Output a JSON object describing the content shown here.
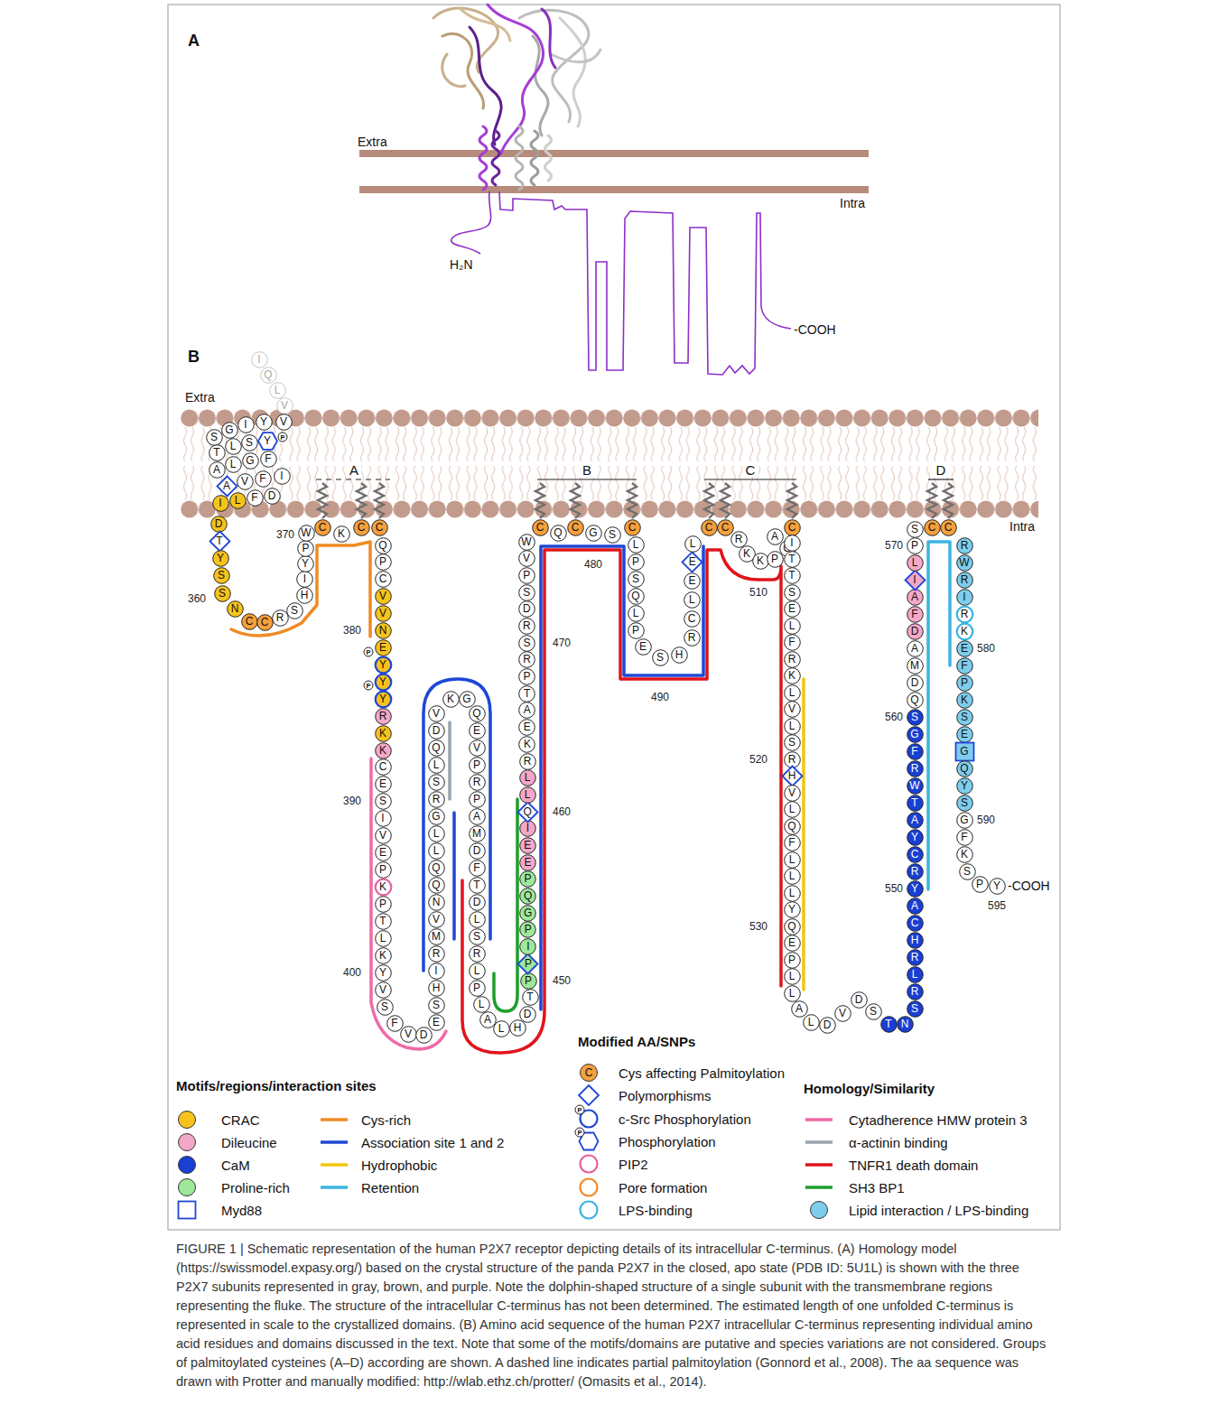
{
  "diagram": {
    "caption": "FIGURE 1 | Schematic representation of the human P2X7 receptor depicting details of its intracellular C-terminus. (A) Homology model (https://swissmodel.expasy.org/) based on the crystal structure of the panda P2X7 in the closed, apo state (PDB ID: 5U1L) is shown with the three P2X7 subunits represented in gray, brown, and purple. Note the dolphin-shaped structure of a single subunit with the transmembrane regions representing the fluke. The structure of the intracellular C-terminus has not been determined. The estimated length of one unfolded C-terminus is represented in scale to the crystallized domains. (B) Amino acid sequence of the human P2X7 intracellular C-terminus representing individual amino acid residues and domains discussed in the text. Note that some of the motifs/domains are putative and species variations are not considered. Groups of palmitoylated cysteines (A–D) according are shown. A dashed line indicates partial palmitoylation (Gonnord et al., 2008). The aa sequence was drawn with Protter and manually modified: http://wlab.ethz.ch/protter/ (Omasits et al., 2014).",
    "nodes": [
      {
        "text": [
          "I"
        ]
      },
      {
        "text": [
          "Q"
        ]
      },
      {
        "text": [
          "L"
        ]
      },
      {
        "text": [
          "V"
        ]
      },
      {
        "text": [
          "S"
        ]
      },
      {
        "text": [
          "G"
        ]
      },
      {
        "text": [
          "I"
        ]
      },
      {
        "text": [
          "Y"
        ]
      },
      {
        "text": [
          "V"
        ]
      },
      {
        "text": [
          "T"
        ]
      },
      {
        "text": [
          "L"
        ]
      },
      {
        "text": [
          "S"
        ]
      },
      {
        "text": [
          "Y"
        ]
      },
      {
        "text": [
          "A"
        ]
      },
      {
        "text": [
          "L"
        ]
      },
      {
        "text": [
          "G"
        ]
      },
      {
        "text": [
          "F"
        ]
      },
      {
        "text": [
          "A"
        ]
      },
      {
        "text": [
          "V"
        ]
      },
      {
        "text": [
          "F"
        ]
      },
      {
        "text": [
          "I"
        ]
      },
      {
        "text": [
          "I"
        ]
      },
      {
        "text": [
          "L"
        ]
      },
      {
        "text": [
          "F"
        ]
      },
      {
        "text": [
          "D"
        ]
      },
      {
        "text": [
          "D"
        ]
      },
      {
        "text": [
          "T"
        ]
      },
      {
        "text": [
          "Y"
        ]
      },
      {
        "text": [
          "S"
        ]
      },
      {
        "text": [
          "S"
        ]
      },
      {
        "text": [
          "N"
        ]
      },
      {
        "text": [
          "C"
        ]
      },
      {
        "text": [
          "C"
        ]
      },
      {
        "text": [
          "R"
        ]
      },
      {
        "text": [
          "S"
        ]
      },
      {
        "text": [
          "H"
        ]
      },
      {
        "text": [
          "I"
        ]
      },
      {
        "text": [
          "Y"
        ]
      },
      {
        "text": [
          "P"
        ]
      },
      {
        "text": [
          "W"
        ]
      },
      {
        "text": [
          "C"
        ]
      },
      {
        "text": [
          "K"
        ]
      },
      {
        "text": [
          "C"
        ]
      },
      {
        "text": [
          "C"
        ]
      },
      {
        "text": [
          "Q"
        ]
      },
      {
        "text": [
          "P"
        ]
      },
      {
        "text": [
          "C"
        ]
      },
      {
        "text": [
          "V"
        ]
      },
      {
        "text": [
          "V"
        ]
      },
      {
        "text": [
          "N"
        ]
      },
      {
        "text": [
          "E"
        ]
      },
      {
        "text": [
          "Y"
        ]
      },
      {
        "text": [
          "Y"
        ]
      },
      {
        "text": [
          "Y"
        ]
      },
      {
        "text": [
          "R"
        ]
      },
      {
        "text": [
          "K"
        ]
      },
      {
        "text": [
          "K"
        ]
      },
      {
        "text": [
          "C"
        ]
      },
      {
        "text": [
          "E"
        ]
      },
      {
        "text": [
          "S"
        ]
      },
      {
        "text": [
          "I"
        ]
      },
      {
        "text": [
          "V"
        ]
      },
      {
        "text": [
          "E"
        ]
      },
      {
        "text": [
          "P"
        ]
      },
      {
        "text": [
          "K"
        ]
      },
      {
        "text": [
          "P"
        ]
      },
      {
        "text": [
          "T"
        ]
      },
      {
        "text": [
          "L"
        ]
      },
      {
        "text": [
          "K"
        ]
      },
      {
        "text": [
          "Y"
        ]
      },
      {
        "text": [
          "V"
        ]
      },
      {
        "text": [
          "S"
        ]
      },
      {
        "text": [
          "F"
        ]
      },
      {
        "text": [
          "V"
        ]
      },
      {
        "text": [
          "D"
        ]
      },
      {
        "text": [
          "E"
        ]
      },
      {
        "text": [
          "S"
        ]
      },
      {
        "text": [
          "H"
        ]
      },
      {
        "text": [
          "I"
        ]
      },
      {
        "text": [
          "R"
        ]
      },
      {
        "text": [
          "M"
        ]
      },
      {
        "text": [
          "V"
        ]
      },
      {
        "text": [
          "N"
        ]
      },
      {
        "text": [
          "Q"
        ]
      },
      {
        "text": [
          "Q"
        ]
      },
      {
        "text": [
          "L"
        ]
      },
      {
        "text": [
          "L"
        ]
      },
      {
        "text": [
          "G"
        ]
      },
      {
        "text": [
          "R"
        ]
      },
      {
        "text": [
          "S"
        ]
      },
      {
        "text": [
          "L"
        ]
      },
      {
        "text": [
          "Q"
        ]
      },
      {
        "text": [
          "D"
        ]
      },
      {
        "text": [
          "V"
        ]
      },
      {
        "text": [
          "K"
        ]
      },
      {
        "text": [
          "G"
        ]
      },
      {
        "text": [
          "Q"
        ]
      },
      {
        "text": [
          "E"
        ]
      },
      {
        "text": [
          "V"
        ]
      },
      {
        "text": [
          "P"
        ]
      },
      {
        "text": [
          "R"
        ]
      },
      {
        "text": [
          "P"
        ]
      },
      {
        "text": [
          "A"
        ]
      },
      {
        "text": [
          "M"
        ]
      },
      {
        "text": [
          "D"
        ]
      },
      {
        "text": [
          "F"
        ]
      },
      {
        "text": [
          "T"
        ]
      },
      {
        "text": [
          "D"
        ]
      },
      {
        "text": [
          "L"
        ]
      },
      {
        "text": [
          "S"
        ]
      },
      {
        "text": [
          "R"
        ]
      },
      {
        "text": [
          "L"
        ]
      },
      {
        "text": [
          "P"
        ]
      },
      {
        "text": [
          "L"
        ]
      },
      {
        "text": [
          "A"
        ]
      },
      {
        "text": [
          "L"
        ]
      },
      {
        "text": [
          "H"
        ]
      },
      {
        "text": [
          "D"
        ]
      },
      {
        "text": [
          "T"
        ]
      },
      {
        "text": [
          "P"
        ]
      },
      {
        "text": [
          "P"
        ]
      },
      {
        "text": [
          "I"
        ]
      },
      {
        "text": [
          "P"
        ]
      },
      {
        "text": [
          "G"
        ]
      },
      {
        "text": [
          "Q"
        ]
      },
      {
        "text": [
          "P"
        ]
      },
      {
        "text": [
          "E"
        ]
      },
      {
        "text": [
          "E"
        ]
      },
      {
        "text": [
          "I"
        ]
      },
      {
        "text": [
          "Q"
        ]
      },
      {
        "text": [
          "L"
        ]
      },
      {
        "text": [
          "L"
        ]
      },
      {
        "text": [
          "R"
        ]
      },
      {
        "text": [
          "K"
        ]
      },
      {
        "text": [
          "E"
        ]
      },
      {
        "text": [
          "A"
        ]
      },
      {
        "text": [
          "T"
        ]
      },
      {
        "text": [
          "P"
        ]
      },
      {
        "text": [
          "R"
        ]
      },
      {
        "text": [
          "S"
        ]
      },
      {
        "text": [
          "R"
        ]
      },
      {
        "text": [
          "D"
        ]
      },
      {
        "text": [
          "S"
        ]
      },
      {
        "text": [
          "P"
        ]
      },
      {
        "text": [
          "V"
        ]
      },
      {
        "text": [
          "W"
        ]
      },
      {
        "text": [
          "C"
        ]
      },
      {
        "text": [
          "Q"
        ]
      },
      {
        "text": [
          "C"
        ]
      },
      {
        "text": [
          "G"
        ]
      },
      {
        "text": [
          "S"
        ]
      },
      {
        "text": [
          "C"
        ]
      },
      {
        "text": [
          "L"
        ]
      },
      {
        "text": [
          "P"
        ]
      },
      {
        "text": [
          "S"
        ]
      },
      {
        "text": [
          "Q"
        ]
      },
      {
        "text": [
          "L"
        ]
      },
      {
        "text": [
          "P"
        ]
      },
      {
        "text": [
          "E"
        ]
      },
      {
        "text": [
          "S"
        ]
      },
      {
        "text": [
          "H"
        ]
      },
      {
        "text": [
          "R"
        ]
      },
      {
        "text": [
          "C"
        ]
      },
      {
        "text": [
          "L"
        ]
      },
      {
        "text": [
          "E"
        ]
      },
      {
        "text": [
          "E"
        ]
      },
      {
        "text": [
          "L"
        ]
      },
      {
        "text": [
          "C"
        ]
      },
      {
        "text": [
          "C"
        ]
      },
      {
        "text": [
          "R"
        ]
      },
      {
        "text": [
          "K"
        ]
      },
      {
        "text": [
          "K"
        ]
      },
      {
        "text": [
          "P"
        ]
      },
      {
        "text": [
          "G"
        ]
      },
      {
        "text": [
          "A"
        ]
      },
      {
        "text": [
          "C"
        ]
      },
      {
        "text": [
          "I"
        ]
      },
      {
        "text": [
          "T"
        ]
      },
      {
        "text": [
          "T"
        ]
      },
      {
        "text": [
          "S"
        ]
      },
      {
        "text": [
          "E"
        ]
      },
      {
        "text": [
          "L"
        ]
      },
      {
        "text": [
          "F"
        ]
      },
      {
        "text": [
          "R"
        ]
      },
      {
        "text": [
          "K"
        ]
      },
      {
        "text": [
          "L"
        ]
      },
      {
        "text": [
          "V"
        ]
      },
      {
        "text": [
          "L"
        ]
      },
      {
        "text": [
          "S"
        ]
      },
      {
        "text": [
          "R"
        ]
      },
      {
        "text": [
          "H"
        ]
      },
      {
        "text": [
          "V"
        ]
      },
      {
        "text": [
          "L"
        ]
      },
      {
        "text": [
          "Q"
        ]
      },
      {
        "text": [
          "F"
        ]
      },
      {
        "text": [
          "L"
        ]
      },
      {
        "text": [
          "L"
        ]
      },
      {
        "text": [
          "L"
        ]
      },
      {
        "text": [
          "Y"
        ]
      },
      {
        "text": [
          "Q"
        ]
      },
      {
        "text": [
          "E"
        ]
      },
      {
        "text": [
          "P"
        ]
      },
      {
        "text": [
          "L"
        ]
      },
      {
        "text": [
          "L"
        ]
      },
      {
        "text": [
          "A"
        ]
      },
      {
        "text": [
          "L"
        ]
      },
      {
        "text": [
          "D"
        ]
      },
      {
        "text": [
          "V"
        ]
      },
      {
        "text": [
          "D"
        ]
      },
      {
        "text": [
          "S"
        ]
      },
      {
        "text": [
          "T"
        ]
      },
      {
        "text": [
          "N"
        ]
      },
      {
        "text": [
          "S"
        ]
      },
      {
        "text": [
          "R"
        ]
      },
      {
        "text": [
          "L"
        ]
      },
      {
        "text": [
          "R"
        ]
      },
      {
        "text": [
          "H"
        ]
      },
      {
        "text": [
          "C"
        ]
      },
      {
        "text": [
          "A"
        ]
      },
      {
        "text": [
          "Y"
        ]
      },
      {
        "text": [
          "R"
        ]
      },
      {
        "text": [
          "C"
        ]
      },
      {
        "text": [
          "Y"
        ]
      },
      {
        "text": [
          "A"
        ]
      },
      {
        "text": [
          "T"
        ]
      },
      {
        "text": [
          "W"
        ]
      },
      {
        "text": [
          "R"
        ]
      },
      {
        "text": [
          "F"
        ]
      },
      {
        "text": [
          "G"
        ]
      },
      {
        "text": [
          "S"
        ]
      },
      {
        "text": [
          "Q"
        ]
      },
      {
        "text": [
          "D"
        ]
      },
      {
        "text": [
          "M"
        ]
      },
      {
        "text": [
          "A"
        ]
      },
      {
        "text": [
          "D"
        ]
      },
      {
        "text": [
          "F"
        ]
      },
      {
        "text": [
          "A"
        ]
      },
      {
        "text": [
          "I"
        ]
      },
      {
        "text": [
          "L"
        ]
      },
      {
        "text": [
          "P"
        ]
      },
      {
        "text": [
          "S"
        ]
      },
      {
        "text": [
          "C"
        ]
      },
      {
        "text": [
          "C"
        ]
      },
      {
        "text": [
          "R"
        ]
      },
      {
        "text": [
          "W"
        ]
      },
      {
        "text": [
          "R"
        ]
      },
      {
        "text": [
          "I"
        ]
      },
      {
        "text": [
          "R"
        ]
      },
      {
        "text": [
          "K"
        ]
      },
      {
        "text": [
          "E"
        ]
      },
      {
        "text": [
          "F"
        ]
      },
      {
        "text": [
          "P"
        ]
      },
      {
        "text": [
          "K"
        ]
      },
      {
        "text": [
          "S"
        ]
      },
      {
        "text": [
          "E"
        ]
      },
      {
        "text": [
          "G"
        ]
      },
      {
        "text": [
          "Q"
        ]
      },
      {
        "text": [
          "Y"
        ]
      },
      {
        "text": [
          "S"
        ]
      },
      {
        "text": [
          "G"
        ]
      },
      {
        "text": [
          "F"
        ]
      },
      {
        "text": [
          "K"
        ]
      },
      {
        "text": [
          "S"
        ]
      },
      {
        "text": [
          "P"
        ]
      },
      {
        "text": [
          "Y"
        ]
      }
    ],
    "labels": [
      "A",
      "Extra",
      "Intra",
      "H₂N",
      "-COOH",
      "B",
      "Extra",
      "Intra",
      "A",
      "B",
      "C",
      "D",
      "360",
      "370",
      "380",
      "390",
      "400",
      "450",
      "460",
      "470",
      "480",
      "490",
      "510",
      "520",
      "530",
      "550",
      "560",
      "570",
      "580",
      "590",
      "595",
      "P",
      "P",
      "P",
      "-COOH",
      "Motifs/regions/interaction sites",
      "Modified AA/SNPs",
      "Homology/Similarity",
      "C",
      "P",
      "P"
    ],
    "legend": [
      {
        "text": "CRAC",
        "color": "#f6c21c"
      },
      {
        "text": "Dileucine",
        "color": "#f4a7c8"
      },
      {
        "text": "CaM",
        "color": "#1a3fd3"
      },
      {
        "text": "Proline-rich",
        "color": "#9de89a"
      },
      {
        "text": "Myd88"
      },
      {
        "text": "Cys-rich"
      },
      {
        "text": "Association site 1 and 2"
      },
      {
        "text": "Hydrophobic"
      },
      {
        "text": "Retention"
      },
      {
        "text": "Cys affecting Palmitoylation",
        "color": "#f5a03c"
      },
      {
        "text": "Polymorphisms"
      },
      {
        "text": "c-Src Phosphorylation"
      },
      {
        "text": "Phosphorylation"
      },
      {
        "text": "PIP2"
      },
      {
        "text": "Pore formation"
      },
      {
        "text": "LPS-binding"
      },
      {
        "text": "Cytadherence HMW protein 3"
      },
      {
        "text": "α-actinin binding"
      },
      {
        "text": "TNFR1 death domain"
      },
      {
        "text": "SH3 BP1"
      },
      {
        "text": "Lipid interaction / LPS-binding",
        "color": "#7dcdec"
      }
    ]
  }
}
